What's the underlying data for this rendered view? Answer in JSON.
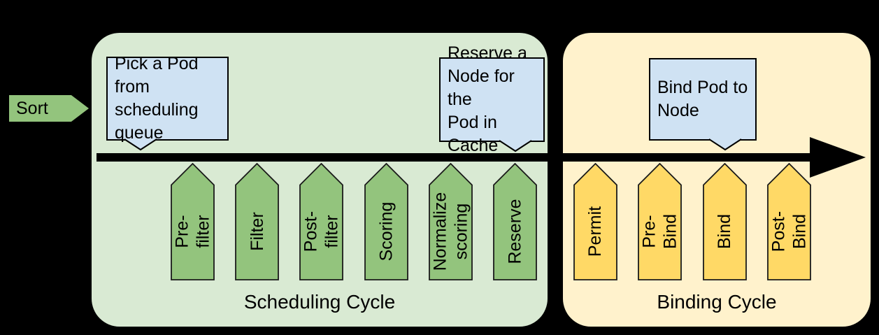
{
  "background_color": "#000000",
  "sort": {
    "label": "Sort",
    "fill": "#93c47d"
  },
  "cycles": [
    {
      "id": "scheduling",
      "label": "Scheduling Cycle",
      "fill": "#d9ead3",
      "arrow_fill": "#93c47d",
      "stages": [
        "Pre-filter",
        "Filter",
        "Post-filter",
        "Scoring",
        "Normalize\nscoring",
        "Reserve"
      ]
    },
    {
      "id": "binding",
      "label": "Binding Cycle",
      "fill": "#fff2cc",
      "arrow_fill": "#ffd966",
      "stages": [
        "Permit",
        "Pre-Bind",
        "Bind",
        "Post-Bind"
      ]
    }
  ],
  "callouts": [
    {
      "text": "Pick a Pod from\nscheduling\nqueue",
      "fill": "#cfe2f3",
      "border": "#000000"
    },
    {
      "text": "Reserve a\nNode for the\nPod in Cache",
      "fill": "#cfe2f3",
      "border": "#000000"
    },
    {
      "text": "Bind Pod to\nNode",
      "fill": "#cfe2f3",
      "border": "#000000"
    }
  ],
  "timeline": {
    "color": "#000000"
  }
}
